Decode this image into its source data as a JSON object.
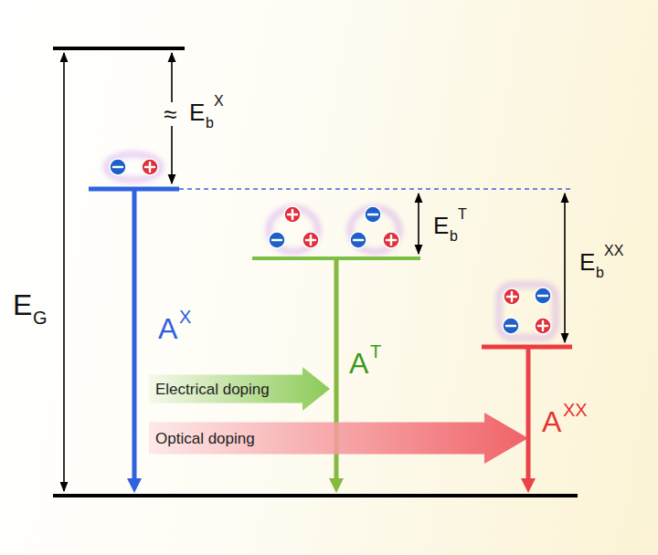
{
  "diagram": {
    "nodes": [
      {
        "text": [
          "Electrical doping"
        ]
      },
      {
        "text": [
          "Optical doping"
        ]
      }
    ],
    "labels": [
      "E",
      "G",
      "≈",
      "E",
      "b",
      "X",
      "E",
      "b",
      "T",
      "E",
      "b",
      "XX",
      "A",
      "X",
      "A",
      "T",
      "A",
      "XX"
    ]
  }
}
